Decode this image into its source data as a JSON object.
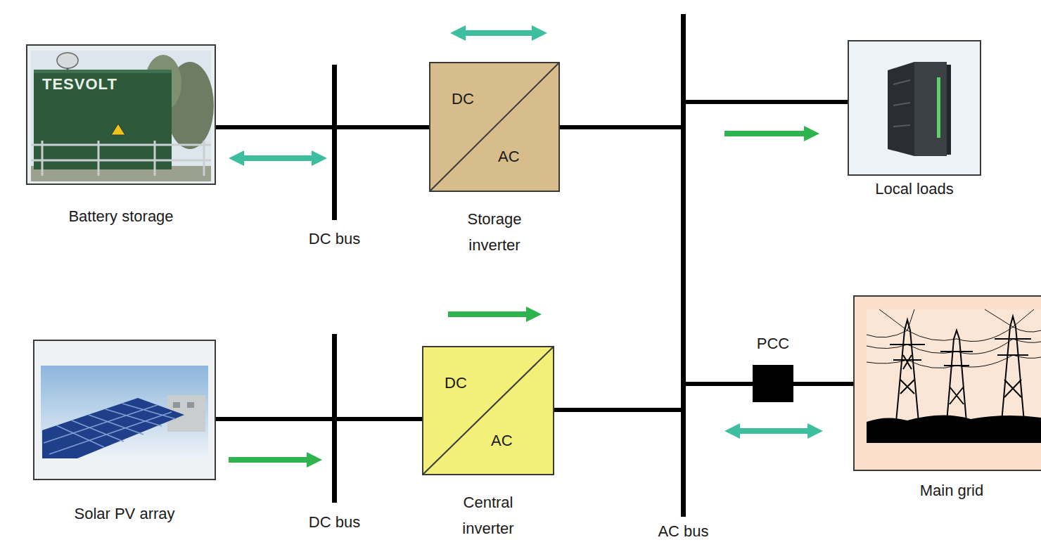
{
  "diagram": {
    "nodes": [
      {
        "text": [
          "Battery storage"
        ]
      },
      {
        "text": [
          "DC bus"
        ]
      },
      {
        "text": [
          "DC",
          "AC",
          "Storage inverter"
        ]
      },
      {
        "text": [
          "AC bus"
        ]
      },
      {
        "text": [
          "Local loads"
        ]
      },
      {
        "text": [
          "Solar PV array"
        ]
      },
      {
        "text": [
          "DC bus"
        ]
      },
      {
        "text": [
          "DC",
          "AC",
          "Central inverter"
        ]
      },
      {
        "text": [
          "PCC"
        ]
      },
      {
        "text": [
          "Main grid"
        ]
      }
    ],
    "edges": [
      {
        "from": 0,
        "to": 1,
        "arrow": "none"
      },
      {
        "from": 1,
        "to": 2,
        "arrow": "none"
      },
      {
        "from": 2,
        "to": 3,
        "arrow": "none"
      },
      {
        "from": 3,
        "to": 4,
        "arrow": "none"
      },
      {
        "from": 5,
        "to": 6,
        "arrow": "none"
      },
      {
        "from": 6,
        "to": 7,
        "arrow": "none"
      },
      {
        "from": 7,
        "to": 3,
        "arrow": "none"
      },
      {
        "from": 3,
        "to": 8,
        "arrow": "none"
      },
      {
        "from": 8,
        "to": 9,
        "arrow": "none"
      }
    ],
    "labels": [
      "TESVOLT"
    ]
  }
}
